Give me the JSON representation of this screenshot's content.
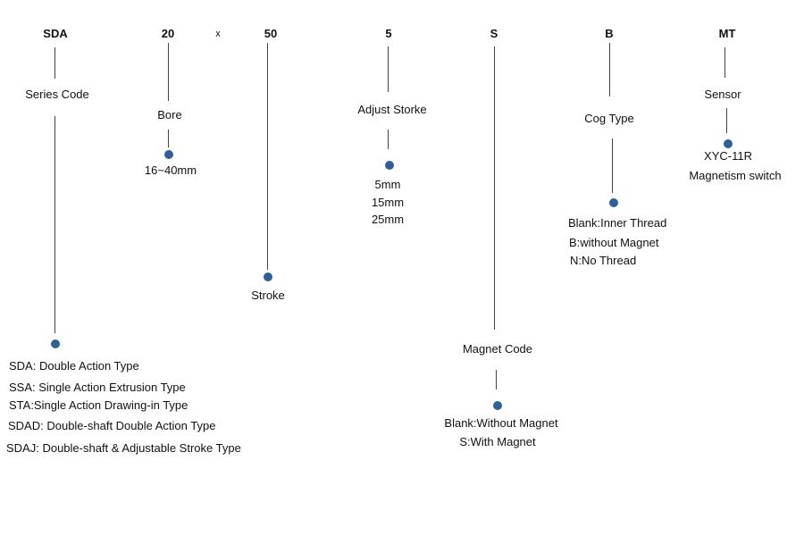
{
  "colors": {
    "dot": "#2f5f96",
    "line": "#444444",
    "text": "#111111"
  },
  "codes": {
    "series": "SDA",
    "bore": "20",
    "times": "x",
    "stroke": "50",
    "adjust": "5",
    "magnet": "S",
    "cog": "B",
    "sensor": "MT"
  },
  "series": {
    "label": "Series Code",
    "options": [
      "SDA: Double Action Type",
      "SSA: Single  Action Extrusion Type",
      "STA:Single Action Drawing-in Type",
      "SDAD: Double-shaft Double Action Type",
      "SDAJ: Double-shaft & Adjustable Stroke Type"
    ]
  },
  "bore": {
    "label": "Bore",
    "range": "16~40mm"
  },
  "stroke": {
    "label": "Stroke"
  },
  "adjust": {
    "label": "Adjust Storke",
    "options": [
      "5mm",
      "15mm",
      "25mm"
    ]
  },
  "magnet": {
    "label": "Magnet Code",
    "options": [
      "Blank:Without Magnet",
      "S:With Magnet"
    ]
  },
  "cog": {
    "label": "Cog Type",
    "options": [
      "Blank:Inner Thread",
      "B:without Magnet",
      "N:No Thread"
    ]
  },
  "sensor": {
    "label": "Sensor",
    "model": "XYC-11R",
    "desc": "Magnetism switch"
  }
}
